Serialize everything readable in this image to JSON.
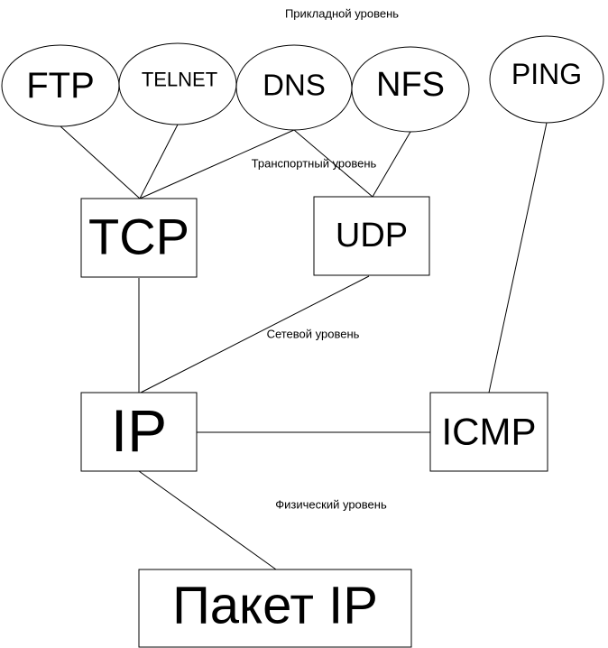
{
  "layers": {
    "application": "Прикладной уровень",
    "transport": "Транспортный уровень",
    "network": "Сетевой уровень",
    "physical": "Физический уровень"
  },
  "nodes": {
    "ftp": "FTP",
    "telnet": "TELNET",
    "dns": "DNS",
    "nfs": "NFS",
    "ping": "PING",
    "tcp": "TCP",
    "udp": "UDP",
    "ip": "IP",
    "icmp": "ICMP",
    "packet": "Пакет IP"
  },
  "connections": [
    [
      "ftp",
      "tcp"
    ],
    [
      "telnet",
      "tcp"
    ],
    [
      "dns",
      "tcp"
    ],
    [
      "dns",
      "udp"
    ],
    [
      "nfs",
      "udp"
    ],
    [
      "ping",
      "icmp"
    ],
    [
      "tcp",
      "ip"
    ],
    [
      "udp",
      "ip"
    ],
    [
      "ip",
      "icmp"
    ],
    [
      "ip",
      "packet"
    ]
  ]
}
